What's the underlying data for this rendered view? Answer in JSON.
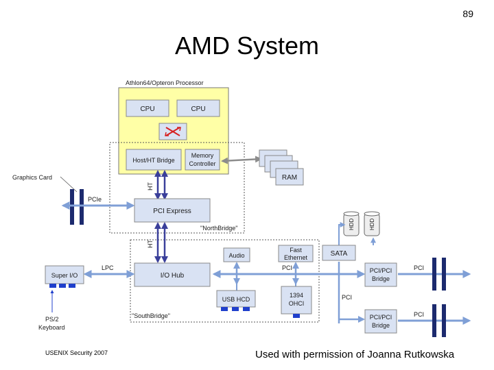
{
  "header": {
    "page_number": "89",
    "title": "AMD System"
  },
  "diagram": {
    "processor_label": "Athlon64/Opteron Processor",
    "cpu_1": "CPU",
    "cpu_2": "CPU",
    "host_bridge": "Host/HT Bridge",
    "memory_controller": [
      "Memory",
      "Controller"
    ],
    "ram": "RAM",
    "graphics_card": "Graphics Card",
    "pcie": "PCIe",
    "pci_express": "PCI Express",
    "northbridge": "\"NorthBridge\"",
    "ht_top": "HT",
    "ht_bottom": "HT",
    "audio": "Audio",
    "fast_ethernet": [
      "Fast",
      "Ethernet"
    ],
    "sata": "SATA",
    "lpc": "LPC",
    "pci_label_ethernet": "PCI",
    "io_hub": "I/O Hub",
    "super_io": "Super I/O",
    "pci_pci_bridge_1": [
      "PCI/PCI",
      "Bridge"
    ],
    "pci_pci_bridge_2": [
      "PCI/PCI",
      "Bridge"
    ],
    "pci_right_1": "PCI",
    "pci_right_2": "PCI",
    "pci_mid": "PCI",
    "usb_hcd": "USB HCD",
    "ohci_1394": [
      "1394",
      "OHCI"
    ],
    "southbridge": "\"SouthBridge\"",
    "ps2_keyboard": [
      "PS/2",
      "Keyboard"
    ],
    "hdd_1": "HDD",
    "hdd_2": "HDD"
  },
  "footer": {
    "left_credit": "USENIX Security 2007",
    "right_credit": "Used with permission of Joanna Rutkowska"
  },
  "colors": {
    "processor_fill": "#ffffa6",
    "box_fill": "#d9e2f3",
    "bus_color": "#7f9fd6",
    "ht_color": "#3a3f9a",
    "memory_arrow": "#8c8c8c",
    "slot_color": "#1c2a6e",
    "port_color": "#1f3fcc",
    "red_icon": "#d62020"
  }
}
